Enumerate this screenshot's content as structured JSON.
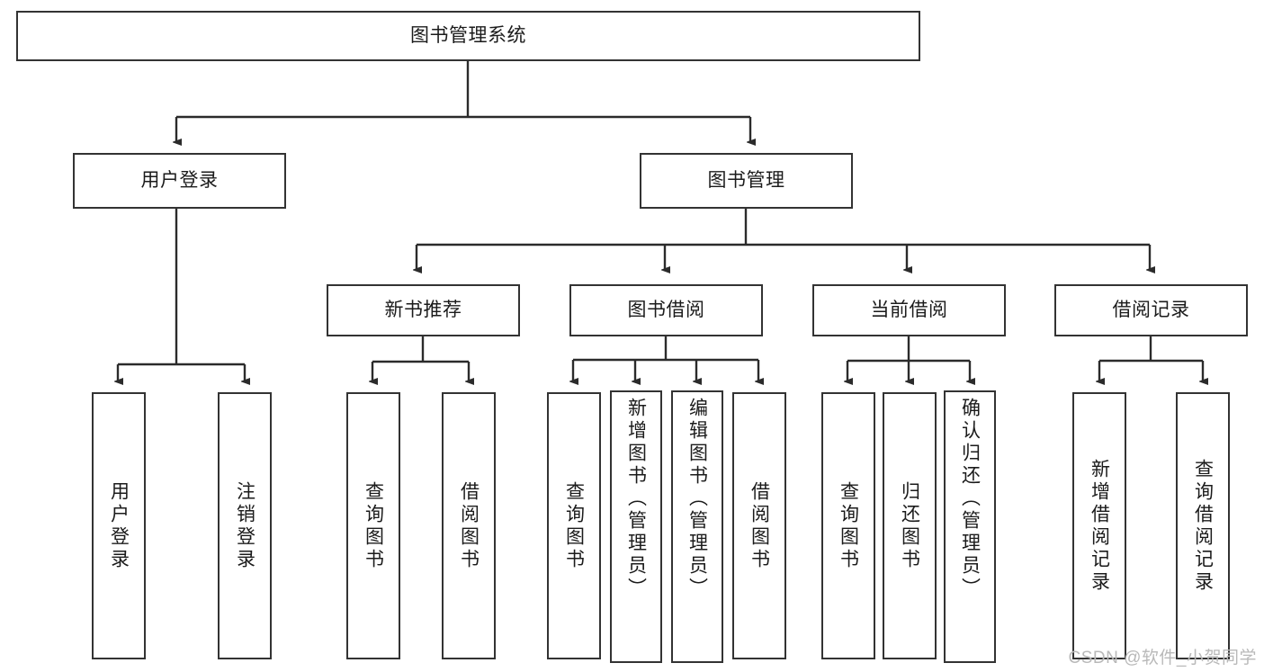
{
  "diagram": {
    "title": "图书管理系统",
    "type": "hierarchy-tree",
    "root": {
      "label": "图书管理系统"
    },
    "level2": [
      {
        "label": "用户登录"
      },
      {
        "label": "图书管理"
      }
    ],
    "level3": [
      {
        "label": "新书推荐"
      },
      {
        "label": "图书借阅"
      },
      {
        "label": "当前借阅"
      },
      {
        "label": "借阅记录"
      }
    ],
    "leaves": {
      "user_login": [
        {
          "label": "用户登录"
        },
        {
          "label": "注销登录"
        }
      ],
      "new_book_recommend": [
        {
          "label": "查询图书"
        },
        {
          "label": "借阅图书"
        }
      ],
      "book_borrow": [
        {
          "label": "查询图书"
        },
        {
          "label": "新增图书（管理员）"
        },
        {
          "label": "编辑图书（管理员）"
        },
        {
          "label": "借阅图书"
        }
      ],
      "current_borrow": [
        {
          "label": "查询图书"
        },
        {
          "label": "归还图书"
        },
        {
          "label": "确认归还（管理员）"
        }
      ],
      "borrow_record": [
        {
          "label": "新增借阅记录"
        },
        {
          "label": "查询借阅记录"
        }
      ]
    }
  },
  "watermark": {
    "text": "CSDN @软件_小贺同学"
  },
  "colors": {
    "box_border": "#333333",
    "box_fill": "#ffffff",
    "line": "#2b2b2b",
    "text": "#1b1b1b",
    "watermark": "#b9b9b9"
  }
}
